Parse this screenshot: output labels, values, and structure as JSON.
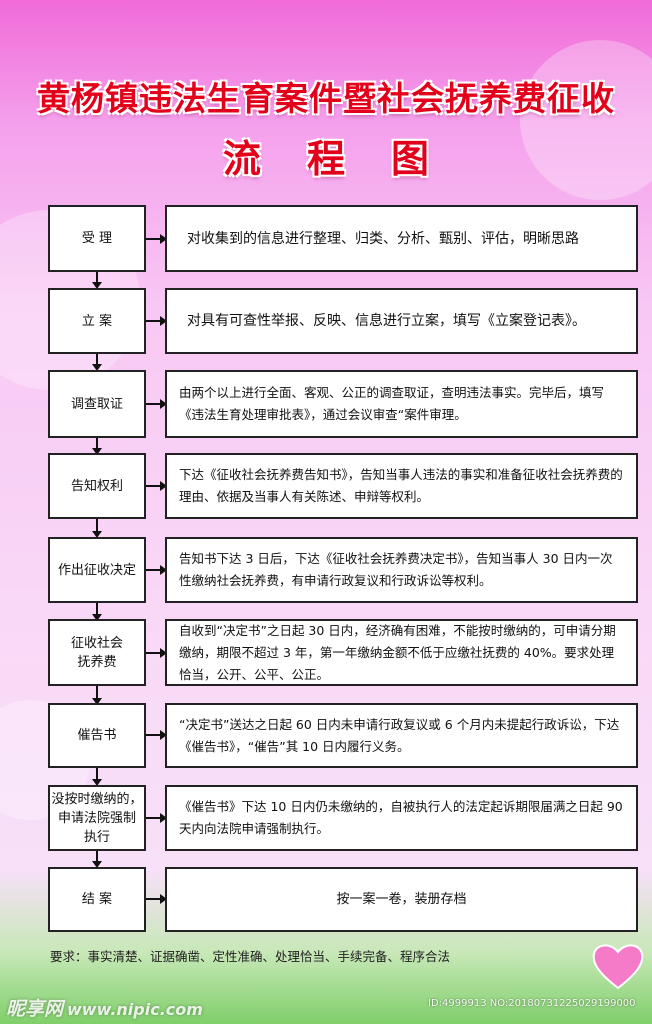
{
  "title": {
    "line1": "黄杨镇违法生育案件暨社会抚养费征收",
    "line2": "流程图"
  },
  "steps": [
    {
      "label": "受  理",
      "desc": "对收集到的信息进行整理、归类、分析、甄别、评估，明晰思路"
    },
    {
      "label": "立  案",
      "desc": "对具有可查性举报、反映、信息进行立案，填写《立案登记表》。"
    },
    {
      "label": "调查取证",
      "desc": "由两个以上进行全面、客观、公正的调查取证，查明违法事实。完毕后，填写《违法生育处理审批表》，通过会议审查“案件审理。"
    },
    {
      "label": "告知权利",
      "desc": "下达《征收社会抚养费告知书》，告知当事人违法的事实和准备征收社会抚养费的理由、依据及当事人有关陈述、申辩等权利。"
    },
    {
      "label": "作出征收决定",
      "desc": "告知书下达 3 日后，下达《征收社会抚养费决定书》，告知当事人 30 日内一次性缴纳社会抚养费，有申请行政复议和行政诉讼等权利。"
    },
    {
      "label": "征收社会\n抚养费",
      "desc": "自收到“决定书”之日起 30 日内，经济确有困难，不能按时缴纳的，可申请分期缴纳，期限不超过 3 年，第一年缴纳金额不低于应缴社抚费的 40%。要求处理恰当，公开、公平、公正。"
    },
    {
      "label": "催告书",
      "desc": "“决定书”送达之日起 60 日内未申请行政复议或 6 个月内未提起行政诉讼，下达《催告书》，“催告”其 10 日内履行义务。"
    },
    {
      "label": "没按时缴纳的，\n申请法院强制\n执行",
      "desc": "《催告书》下达 10 日内仍未缴纳的，自被执行人的法定起诉期限届满之日起 90 天内向法院申请强制执行。"
    },
    {
      "label": "结  案",
      "desc": "按一案一卷，装册存档"
    }
  ],
  "requirements": "要求：事实清楚、证据确凿、定性准确、处理恰当、手续完备、程序合法",
  "watermark": {
    "logo": "昵享网",
    "url": "www.nipic.com",
    "id": "ID:4999913 NO:20180731225029199000"
  },
  "colors": {
    "title_red": "#e2001a",
    "background_pink": "#f8c8f4",
    "box_border": "#222222"
  }
}
